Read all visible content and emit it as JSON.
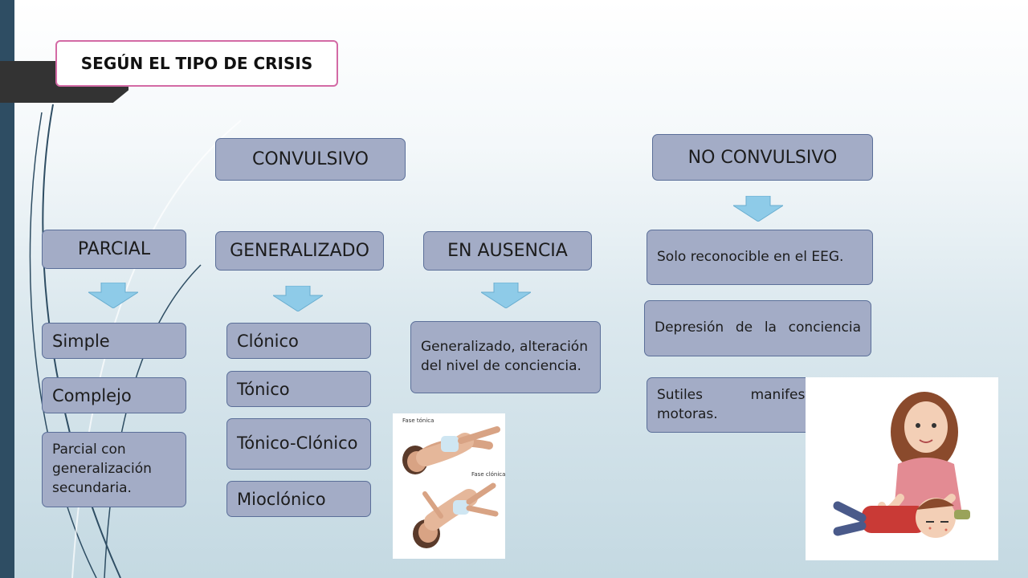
{
  "title": "SEGÚN EL TIPO DE CRISIS",
  "categories": {
    "convulsivo": "CONVULSIVO",
    "no_convulsivo": "NO CONVULSIVO"
  },
  "subtypes": {
    "parcial": "PARCIAL",
    "generalizado": "GENERALIZADO",
    "en_ausencia": "EN AUSENCIA"
  },
  "parcial_items": [
    "Simple",
    "Complejo",
    "Parcial con generalización secundaria."
  ],
  "generalizado_items": [
    "Clónico",
    "Tónico",
    "Tónico-Clónico",
    "Mioclónico"
  ],
  "ausencia_desc": "Generalizado, alteración del nivel de conciencia.",
  "no_convulsivo_items": [
    "Solo reconocible en el EEG.",
    "Depresión de la conciencia",
    "Sutiles manifestaciones motoras."
  ],
  "image_labels": {
    "fase_tonica": "Fase tónica",
    "fase_clonica": "Fase clónica"
  },
  "colors": {
    "node_fill": "#a3acc6",
    "node_border": "#5b6f99",
    "title_border": "#d36aa5",
    "arrow_fill": "#8ecbe8",
    "left_bar": "#2e4d63"
  }
}
